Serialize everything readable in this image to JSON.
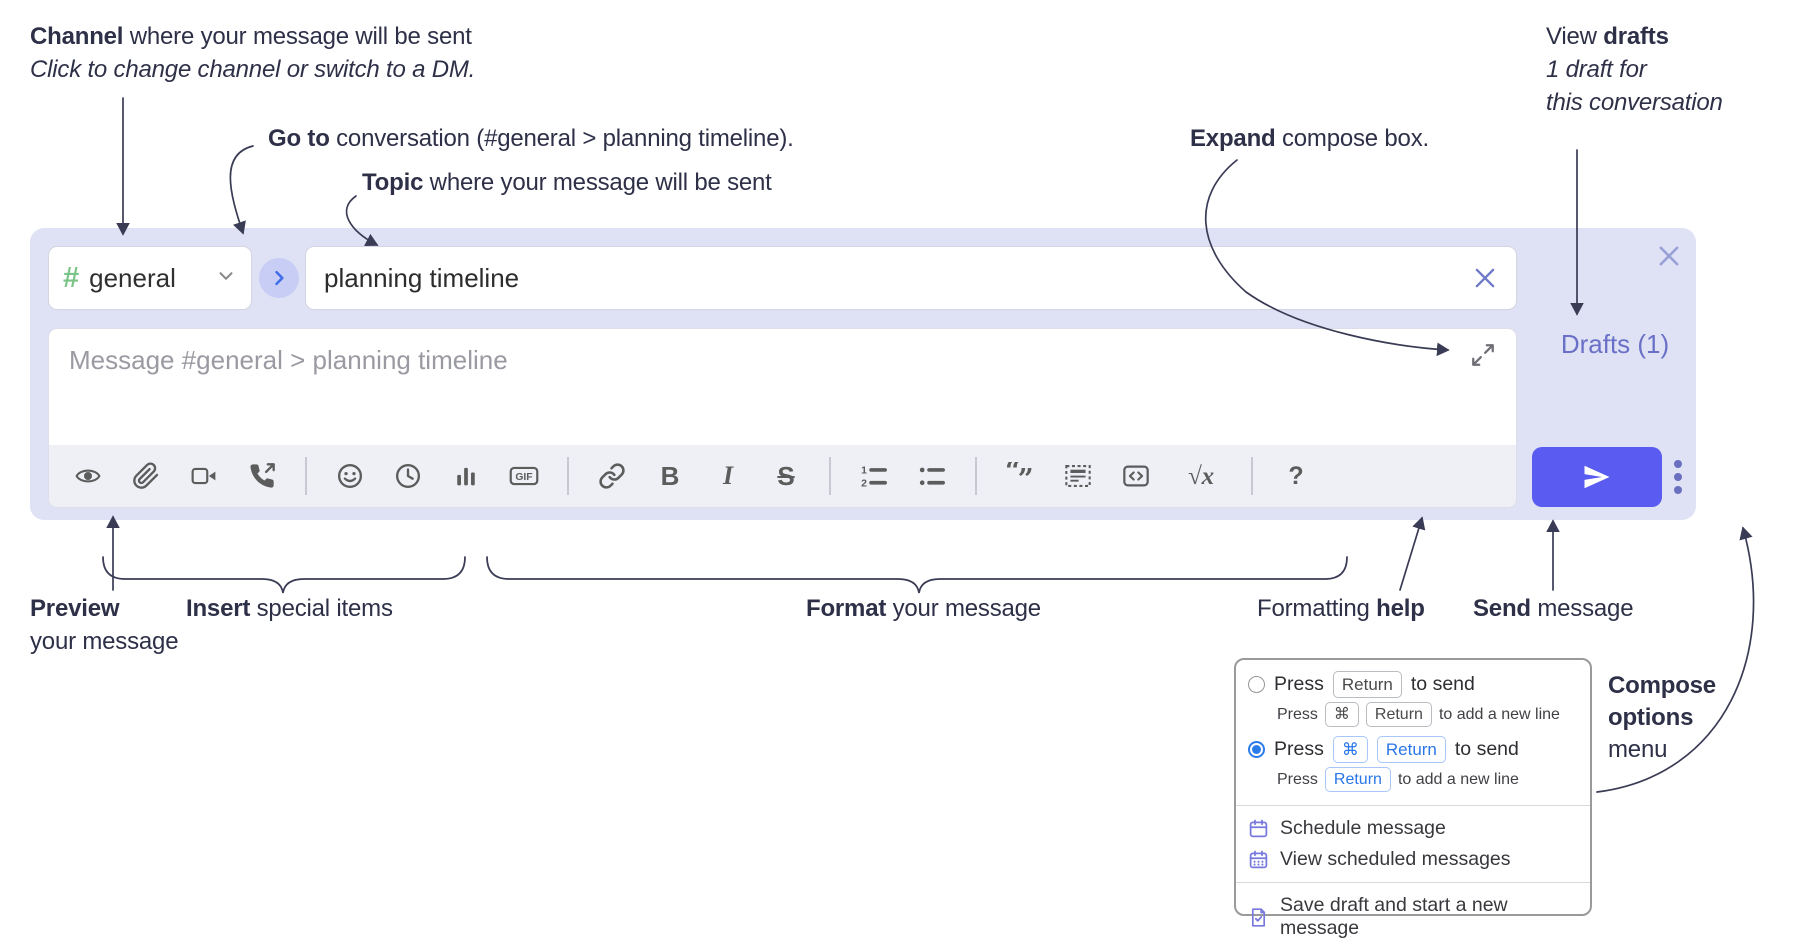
{
  "annotations": {
    "channel": {
      "bold": "Channel",
      "rest": " where your message will be sent",
      "sub": "Click to change channel or switch to a DM."
    },
    "goto": {
      "bold": "Go to",
      "rest": " conversation (#general > planning timeline)."
    },
    "topic": {
      "bold": "Topic",
      "rest": " where your message will be sent"
    },
    "expand": {
      "bold": "Expand",
      "rest": " compose box."
    },
    "view_drafts": {
      "pre": "View ",
      "bold": "drafts",
      "line2": "1 draft for",
      "line3": "this conversation"
    },
    "preview": {
      "bold": "Preview",
      "line2": "your message"
    },
    "insert": {
      "bold": "Insert",
      "rest": " special items"
    },
    "format": {
      "bold": "Format",
      "rest": " your message"
    },
    "formatting_help": {
      "pre": "Formatting ",
      "bold": "help"
    },
    "send": {
      "bold": "Send",
      "rest": " message"
    },
    "compose_options": {
      "bold1": "Compose",
      "bold2": "options",
      "rest": "menu"
    }
  },
  "compose": {
    "channel": {
      "hash": "#",
      "name": "general"
    },
    "topic": {
      "value": "planning timeline"
    },
    "message": {
      "placeholder": "Message #general > planning timeline"
    },
    "drafts_link": "Drafts (1)",
    "toolbar": {
      "gif_label": "GIF",
      "bold_glyph": "B",
      "italic_glyph": "I",
      "strike_glyph": "S",
      "math_glyph": "√x",
      "help_glyph": "?",
      "quote_open": "“",
      "quote_close": "”",
      "ol_1": "1",
      "ol_2": "2",
      "icons": [
        "preview",
        "attach-file",
        "add-video-call",
        "add-voice-call",
        "emoji",
        "add-global-time",
        "add-poll",
        "add-gif",
        "link",
        "bold",
        "italic",
        "strikethrough",
        "numbered-list",
        "bulleted-list",
        "quote",
        "spoiler",
        "code",
        "math",
        "help"
      ]
    }
  },
  "popup": {
    "send_options": [
      {
        "selected": false,
        "main": {
          "pre": "Press",
          "keys": [
            "Return"
          ],
          "post": "to send"
        },
        "sub": {
          "pre": "Press",
          "keys": [
            "⌘",
            "Return"
          ],
          "post": "to add a new line"
        }
      },
      {
        "selected": true,
        "main": {
          "pre": "Press",
          "keys": [
            "⌘",
            "Return"
          ],
          "post": "to send"
        },
        "sub": {
          "pre": "Press",
          "keys": [
            "Return"
          ],
          "post": "to add a new line"
        }
      }
    ],
    "menu_items": [
      {
        "icon": "calendar",
        "label": "Schedule message"
      },
      {
        "icon": "calendar-days",
        "label": "View scheduled messages"
      },
      {
        "icon": "save-draft",
        "label": "Save draft and start a new message"
      }
    ]
  },
  "colors": {
    "panel_bg": "#dfe2f4",
    "send_button": "#5a5bf0",
    "drafts_link": "#6a70c7",
    "hash_green": "#7ac487",
    "goto_circle_bg": "#c7cdf5",
    "goto_chevron": "#3f6ce8",
    "radio_selected": "#2b7ce9",
    "kbd_blue": "#2a76e8",
    "menu_icon_purple": "#7879dd",
    "annotation_text": "#2e3048",
    "toolbar_icon": "#5c5c5c"
  }
}
